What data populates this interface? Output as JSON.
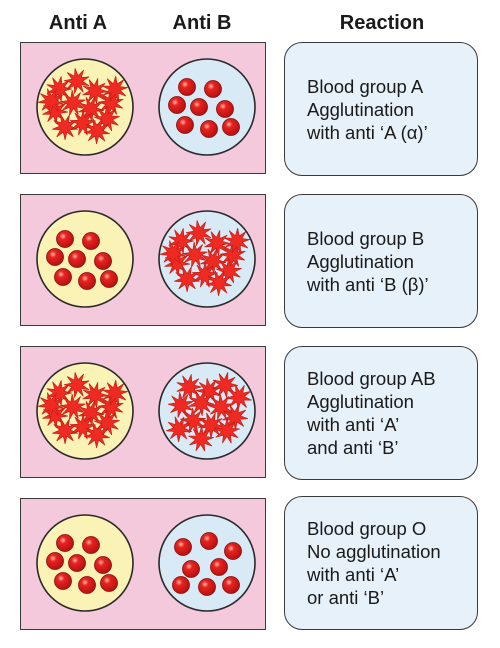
{
  "headers": {
    "anti_a": "Anti A",
    "anti_b": "Anti B",
    "reaction": "Reaction"
  },
  "colors": {
    "panel_bg": "#f5c9dc",
    "anti_a_dish": "#fbf3b5",
    "anti_b_dish": "#d7eaf6",
    "card_bg": "#e6f1f9",
    "cell_red": "#e8231f",
    "cell_dark": "#b01010",
    "clump_red": "#ee2a22"
  },
  "rows": [
    {
      "anti_a": "agglutinated",
      "anti_b": "free",
      "reaction": [
        "Blood group A",
        "Agglutination",
        "with anti ‘A (α)’"
      ]
    },
    {
      "anti_a": "free",
      "anti_b": "agglutinated",
      "reaction": [
        "Blood group B",
        "Agglutination",
        "with anti ‘B (β)’"
      ]
    },
    {
      "anti_a": "agglutinated",
      "anti_b": "agglutinated",
      "reaction": [
        "Blood group AB",
        "Agglutination",
        "with anti ‘A’",
        "and anti ‘B’"
      ]
    },
    {
      "anti_a": "free",
      "anti_b": "free",
      "reaction": [
        "Blood group O",
        "No agglutination",
        "with anti ‘A’",
        "or anti ‘B’"
      ]
    }
  ]
}
